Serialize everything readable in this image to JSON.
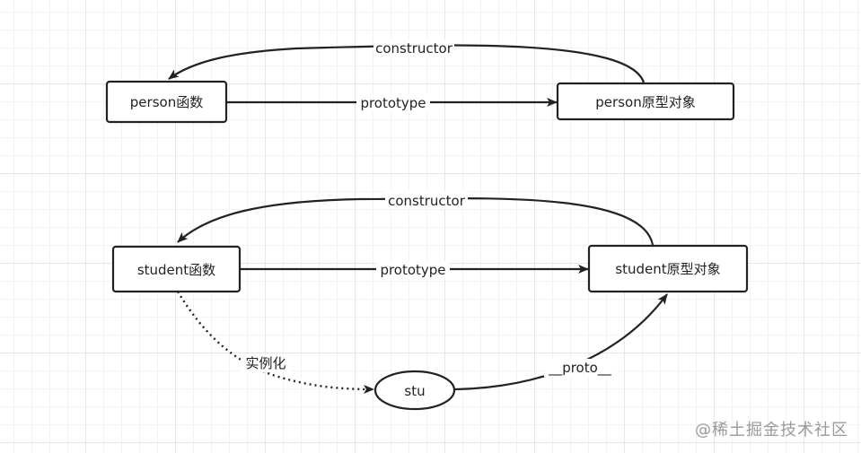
{
  "nodes": {
    "person_fn": "person函数",
    "person_proto": "person原型对象",
    "student_fn": "student函数",
    "student_proto": "student原型对象",
    "stu": "stu"
  },
  "edges": {
    "person_constructor": "constructor",
    "person_prototype": "prototype",
    "student_constructor": "constructor",
    "student_prototype": "prototype",
    "instantiate": "实例化",
    "proto": "__proto__"
  },
  "watermark": "@稀土掘金技术社区",
  "colors": {
    "stroke": "#222222",
    "background": "#ffffff",
    "grid": "#e6e6e6",
    "watermark": "#9a9a9a"
  }
}
